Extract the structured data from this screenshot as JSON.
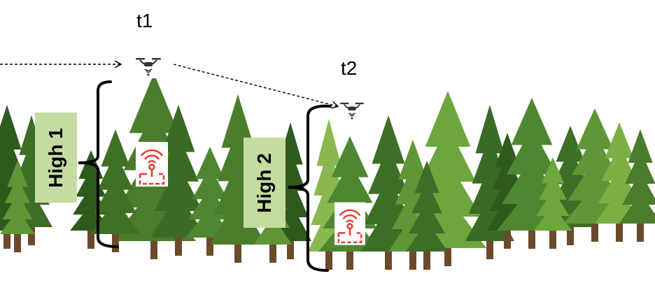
{
  "labels": {
    "time_1": "t1",
    "time_2": "t2",
    "height_1": "High 1",
    "height_2": "High 2"
  },
  "icons": {
    "drone": "drone-icon",
    "sensor": "wireless-sensor-icon"
  },
  "colors": {
    "sensor_red": "#e53b2c",
    "height_box": "#c5dca0",
    "trunk": "#6b4a2b"
  }
}
